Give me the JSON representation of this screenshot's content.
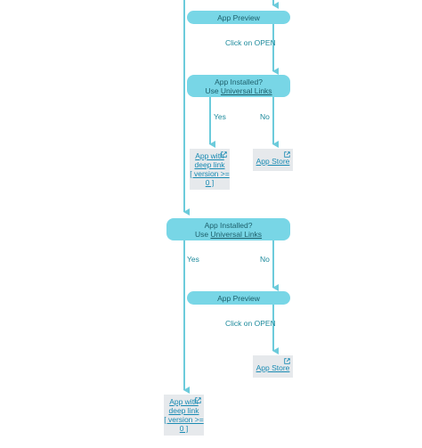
{
  "flow": {
    "top_preview": "App Preview",
    "click_open_1": "Click on OPEN",
    "installed_1": {
      "line1": "App Installed?",
      "line2_prefix": "Use ",
      "line2_link": "Universal Links"
    },
    "yes_1": "Yes",
    "no_1": "No",
    "deeplink_1": {
      "l1": "App with",
      "l2": "deep link",
      "l3": "[ version >=",
      "l4": "0 ]"
    },
    "store_1": "App Store",
    "installed_2": {
      "line1": "App Installed?",
      "line2_prefix": "Use ",
      "line2_link": "Universal Links"
    },
    "yes_2": "Yes",
    "no_2": "No",
    "preview_2": "App Preview",
    "click_open_2": "Click on OPEN",
    "store_2": "App Store",
    "deeplink_2": {
      "l1": "App with",
      "l2": "deep link",
      "l3": "[ version >=",
      "l4": "0 ]"
    }
  },
  "colors": {
    "accent": "#78d6e6",
    "line": "#6ccbdb",
    "card": "#e6e9ec",
    "link": "#1a8bb3"
  },
  "icons": {
    "external": "external-link-icon"
  }
}
